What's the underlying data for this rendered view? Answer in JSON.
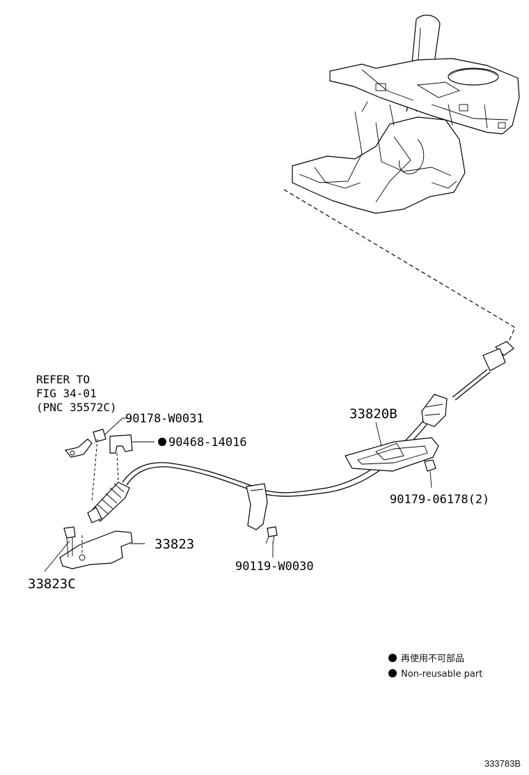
{
  "reference_note": {
    "line1": "REFER TO",
    "line2": "FIG 34-01",
    "line3": "(PNC 35572C)"
  },
  "parts": {
    "p90178": "90178-W0031",
    "p90468": "90468-14016",
    "p33820B": "33820B",
    "p90179": "90179-06178(2)",
    "p33823": "33823",
    "p33823C": "33823C",
    "p90119": "90119-W0030"
  },
  "legend": {
    "jp": "再使用不可部品",
    "en": "Non-reusable part"
  },
  "figure_code": "333783B"
}
